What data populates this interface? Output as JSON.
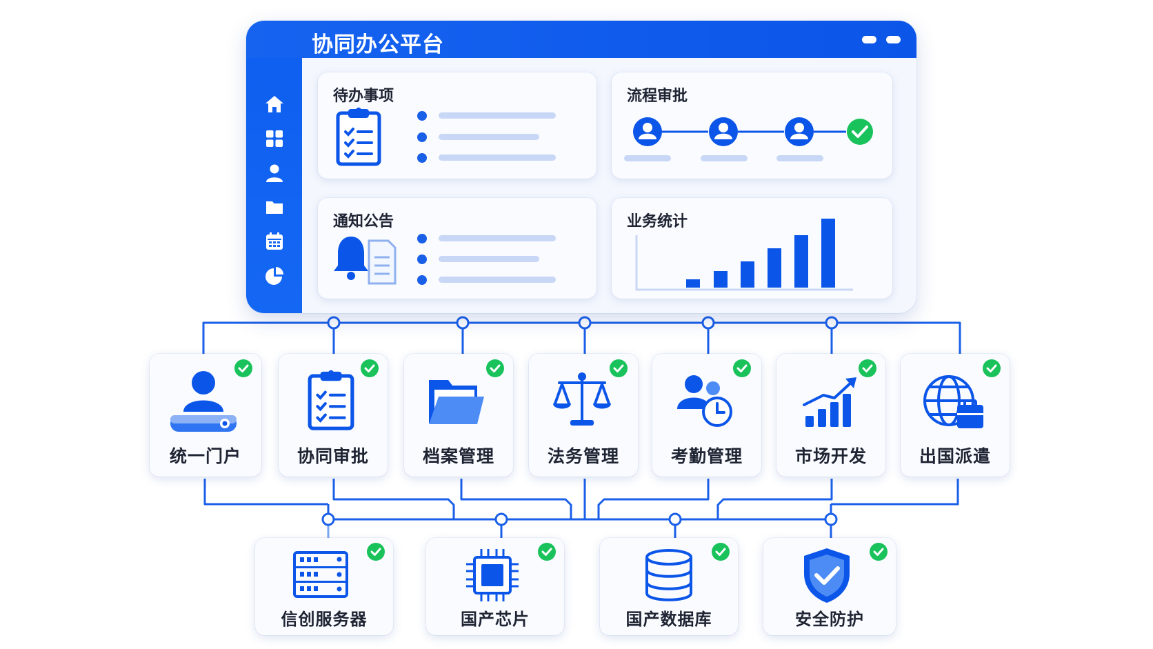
{
  "window": {
    "title": "协同办公平台",
    "sidebar_icons": [
      "home-icon",
      "grid-icon",
      "user-icon",
      "folder-icon",
      "calendar-icon",
      "pie-chart-icon"
    ]
  },
  "panels": {
    "todo": {
      "title": "待办事项",
      "icon": "clipboard-checklist-icon"
    },
    "approval": {
      "title": "流程审批",
      "icons": [
        "user-icon",
        "user-icon",
        "user-icon",
        "check-icon"
      ]
    },
    "notice": {
      "title": "通知公告",
      "icon": "bell-document-icon"
    },
    "stats": {
      "title": "业务统计",
      "icon": "bar-chart-icon"
    }
  },
  "modules": [
    {
      "label": "统一门户",
      "icon": "user-portal-icon",
      "status": "check-icon"
    },
    {
      "label": "协同审批",
      "icon": "clipboard-checklist-icon",
      "status": "check-icon"
    },
    {
      "label": "档案管理",
      "icon": "folder-icon",
      "status": "check-icon"
    },
    {
      "label": "法务管理",
      "icon": "scales-icon",
      "status": "check-icon"
    },
    {
      "label": "考勤管理",
      "icon": "users-clock-icon",
      "status": "check-icon"
    },
    {
      "label": "市场开发",
      "icon": "growth-chart-icon",
      "status": "check-icon"
    },
    {
      "label": "出国派遣",
      "icon": "globe-briefcase-icon",
      "status": "check-icon"
    }
  ],
  "infrastructure": [
    {
      "label": "信创服务器",
      "icon": "server-icon",
      "status": "check-icon"
    },
    {
      "label": "国产芯片",
      "icon": "chip-icon",
      "status": "check-icon"
    },
    {
      "label": "国产数据库",
      "icon": "database-icon",
      "status": "check-icon"
    },
    {
      "label": "安全防护",
      "icon": "shield-check-icon",
      "status": "check-icon"
    }
  ],
  "colors": {
    "primary": "#0b55e8",
    "accent_light": "#c9d7f6",
    "success": "#19c25a",
    "text": "#1f2433"
  }
}
